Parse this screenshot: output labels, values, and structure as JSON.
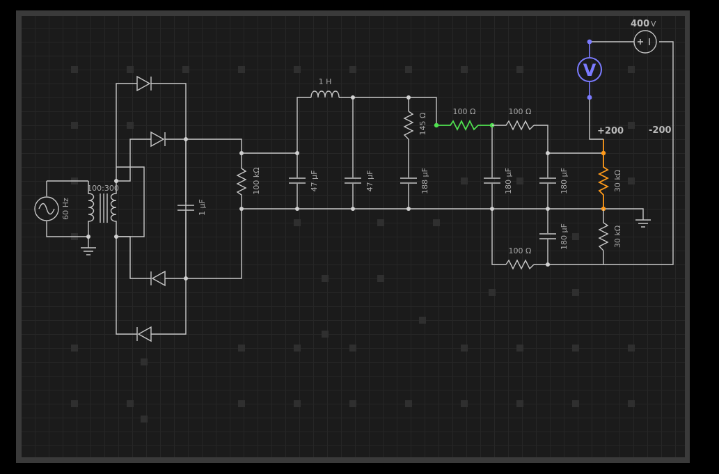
{
  "transformer": {
    "ratio": "100:300"
  },
  "source": {
    "frequency": "60 Hz"
  },
  "capacitors": {
    "bridge": "1 µF",
    "c1": "47 µF",
    "c2": "47 µF",
    "c3": "188 µF",
    "c4": "180 µF",
    "c5": "180 µF",
    "c6": "180 µF"
  },
  "resistors": {
    "bleeder": "100 kΩ",
    "shunt": "145 Ω",
    "r1": "100 Ω",
    "r2": "100 Ω",
    "r3": "100 Ω",
    "div_top": "30 kΩ",
    "div_bottom": "30 kΩ"
  },
  "inductor": {
    "value": "1 H"
  },
  "voltmeter": {
    "symbol": "V"
  },
  "dc_source": {
    "value": "400",
    "unit": "V"
  },
  "probes": {
    "plus": "+200",
    "minus": "-200"
  },
  "colors": {
    "wire": "#c8c8c8",
    "current_green": "#4fe24f",
    "current_orange": "#ff9a1a",
    "voltmeter_blue": "#7b7bff"
  }
}
